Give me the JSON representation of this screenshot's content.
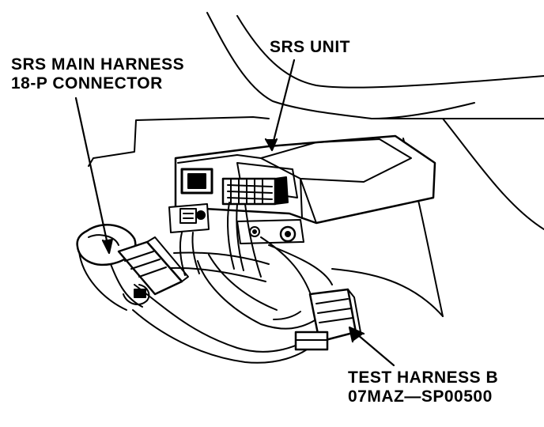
{
  "labels": {
    "main_harness": [
      "SRS MAIN HARNESS",
      "18-P CONNECTOR"
    ],
    "srs_unit": "SRS UNIT",
    "test_harness": [
      "TEST HARNESS B",
      "07MAZ—SP00500"
    ]
  },
  "colors": {
    "ink": "#000000",
    "paper": "#ffffff"
  }
}
